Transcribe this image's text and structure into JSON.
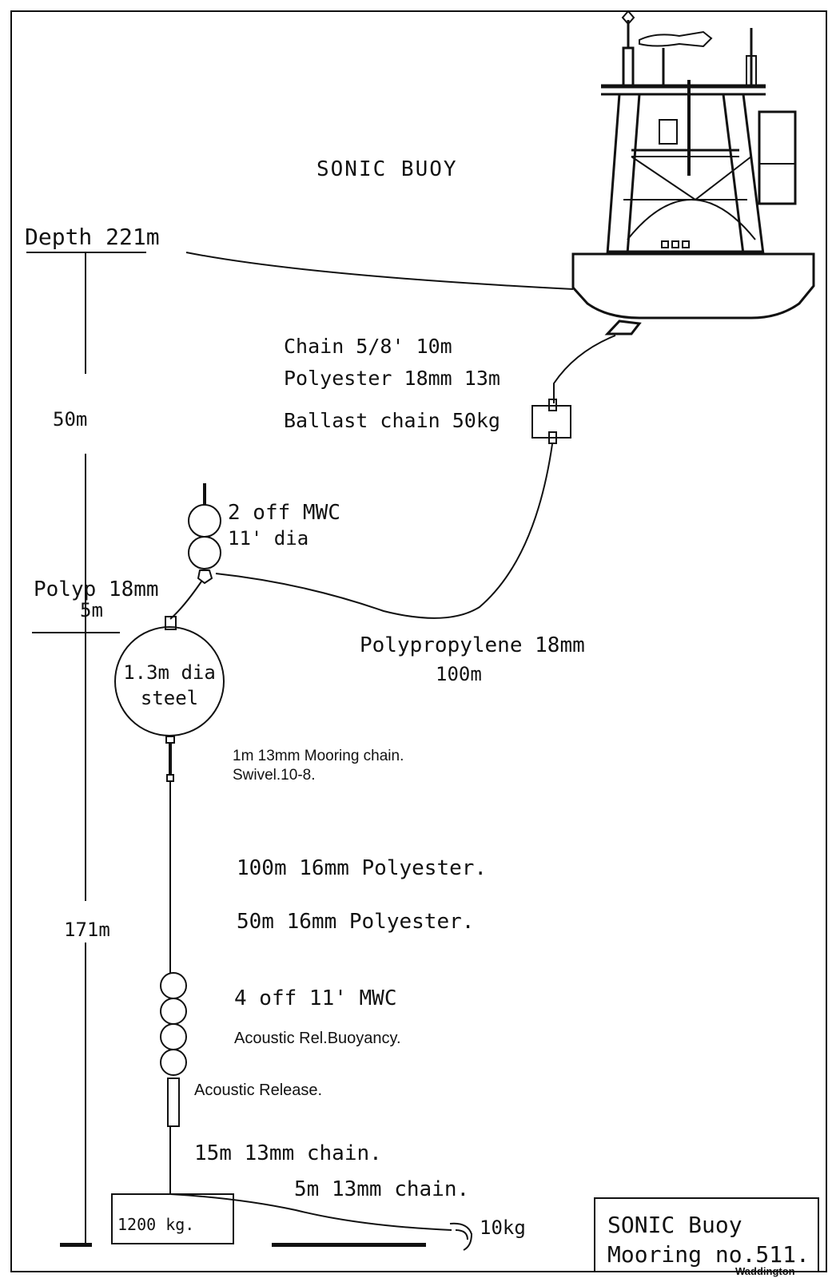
{
  "title": "SONIC BUOY",
  "depth_label": "Depth 221m",
  "upper_depth": "50m",
  "lower_depth": "171m",
  "labels": {
    "chain": "Chain 5/8' 10m",
    "polyester_upper": "Polyester 18mm 13m",
    "ballast": "Ballast chain 50kg",
    "mwc_top_1": "2 off MWC",
    "mwc_top_2": "11' dia",
    "polyp_1": "Polyp 18mm",
    "polyp_2": "5m",
    "pp_1": "Polypropylene 18mm",
    "pp_2": "100m",
    "sphere_1": "1.3m dia",
    "sphere_2": "steel",
    "mooring_chain_1": "1m 13mm Mooring chain.",
    "mooring_chain_2": "Swivel.10-8.",
    "polyester_100": "100m 16mm Polyester.",
    "polyester_50": "50m 16mm Polyester.",
    "mwc_4": "4 off 11' MWC",
    "rel_buoy": "Acoustic Rel.Buoyancy.",
    "release": "Acoustic Release.",
    "chain_15": "15m 13mm chain.",
    "chain_5": "5m 13mm chain.",
    "anchor": "1200 kg.",
    "weight_10": "10kg"
  },
  "title_block": {
    "line1": "SONIC Buoy",
    "line2": "Mooring no.511.",
    "author": "Waddington"
  }
}
